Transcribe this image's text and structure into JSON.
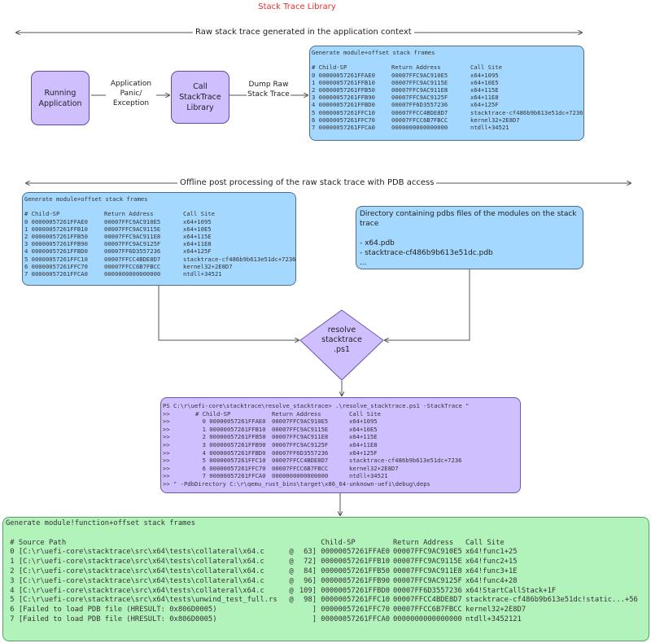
{
  "title": "Stack Trace Library",
  "section1_label": "Raw stack trace generated in the application context",
  "section2_label": "Offline post processing of the raw stack trace with PDB access",
  "nodes": {
    "running_app": "Running Application",
    "panic_label": "Application Panic/ Exception",
    "call_lib": "Call StackTrace Library",
    "dump_label": "Dump Raw Stack Trace",
    "resolve": "resolve stacktrace .ps1"
  },
  "raw_frames": {
    "heading": "Generate module+offset stack frames",
    "columns": [
      "# Child-SP",
      "Return Address",
      "Call Site"
    ],
    "rows": [
      [
        "0 00000057261FFAE0",
        "00007FFC9AC910E5",
        "x64+1095"
      ],
      [
        "1 00000057261FFB10",
        "00007FFC9AC9115E",
        "x64+10E5"
      ],
      [
        "2 00000057261FFB50",
        "00007FFC9AC911E8",
        "x64+115E"
      ],
      [
        "3 00000057261FFB90",
        "00007FFC9AC9125F",
        "x64+11E8"
      ],
      [
        "4 00000057261FFBD0",
        "00007FF6D3557236",
        "x64+125F"
      ],
      [
        "5 00000057261FFC10",
        "00007FFCC4BDE8D7",
        "stacktrace-cf486b9b613e51dc+7236"
      ],
      [
        "6 00000057261FFC70",
        "00007FFCC6B7FBCC",
        "kernel32+2E8D7"
      ],
      [
        "7 00000057261FFCA0",
        "0000000000000000",
        "ntdll+34521"
      ]
    ]
  },
  "pdb_directory": {
    "lines": [
      "Directory containing pdbs files of the modules on the stack trace",
      "",
      "- x64.pdb",
      "- stacktrace-cf486b9b613e51dc.pdb",
      "..."
    ]
  },
  "powershell": {
    "command": "PS C:\\r\\uefi-core\\stacktrace\\resolve_stacktrace> .\\resolve_stacktrace.ps1 -StackTrace \"",
    "prompt": ">>",
    "columns": [
      "# Child-SP",
      "Return Address",
      "Call Site"
    ],
    "tail": ">> \" -PdbDirectory C:\\r\\qemu_rust_bins\\target\\x86_64-unknown-uefi\\debug\\deps"
  },
  "resolved": {
    "heading": "Generate module!function+offset stack frames",
    "columns": [
      "# Source Path",
      "",
      "",
      "Child-SP",
      "Return Address",
      "Call Site"
    ],
    "rows": [
      [
        "0 [C:\\r\\uefi-core\\stacktrace\\src\\x64\\tests\\collateral\\x64.c",
        "@",
        "63]",
        "00000057261FFAE0",
        "00007FFC9AC910E5",
        "x64!func1+25"
      ],
      [
        "1 [C:\\r\\uefi-core\\stacktrace\\src\\x64\\tests\\collateral\\x64.c",
        "@",
        "72]",
        "00000057261FFB10",
        "00007FFC9AC9115E",
        "x64!func2+15"
      ],
      [
        "2 [C:\\r\\uefi-core\\stacktrace\\src\\x64\\tests\\collateral\\x64.c",
        "@",
        "84]",
        "00000057261FFB50",
        "00007FFC9AC911E8",
        "x64!func3+1E"
      ],
      [
        "3 [C:\\r\\uefi-core\\stacktrace\\src\\x64\\tests\\collateral\\x64.c",
        "@",
        "96]",
        "00000057261FFB90",
        "00007FFC9AC9125F",
        "x64!func4+28"
      ],
      [
        "4 [C:\\r\\uefi-core\\stacktrace\\src\\x64\\tests\\collateral\\x64.c",
        "@",
        "109]",
        "00000057261FFBD0",
        "00007FF6D3557236",
        "x64!StartCallStack+1F"
      ],
      [
        "5 [C:\\r\\uefi-core\\stacktrace\\src\\x64\\tests\\unwind_test_full.rs",
        "@",
        "98]",
        "00000057261FFC10",
        "00007FFCC4BDE8D7",
        "stacktrace-cf486b9b613e51dc!static...+56"
      ],
      [
        "6 [Failed to load PDB file (HRESULT: 0x806D0005)",
        "",
        "]",
        "00000057261FFC70",
        "00007FFCC6B7FBCC",
        "kernel32+2E8D7"
      ],
      [
        "7 [Failed to load PDB file (HRESULT: 0x806D0005)",
        "",
        "]",
        "00000057261FFCA0",
        "0000000000000000",
        "ntdll+3452121"
      ]
    ]
  },
  "colors": {
    "title": "#e03131",
    "blue": "#a5d8ff",
    "purple": "#d0bfff",
    "green": "#b2f2bb"
  }
}
